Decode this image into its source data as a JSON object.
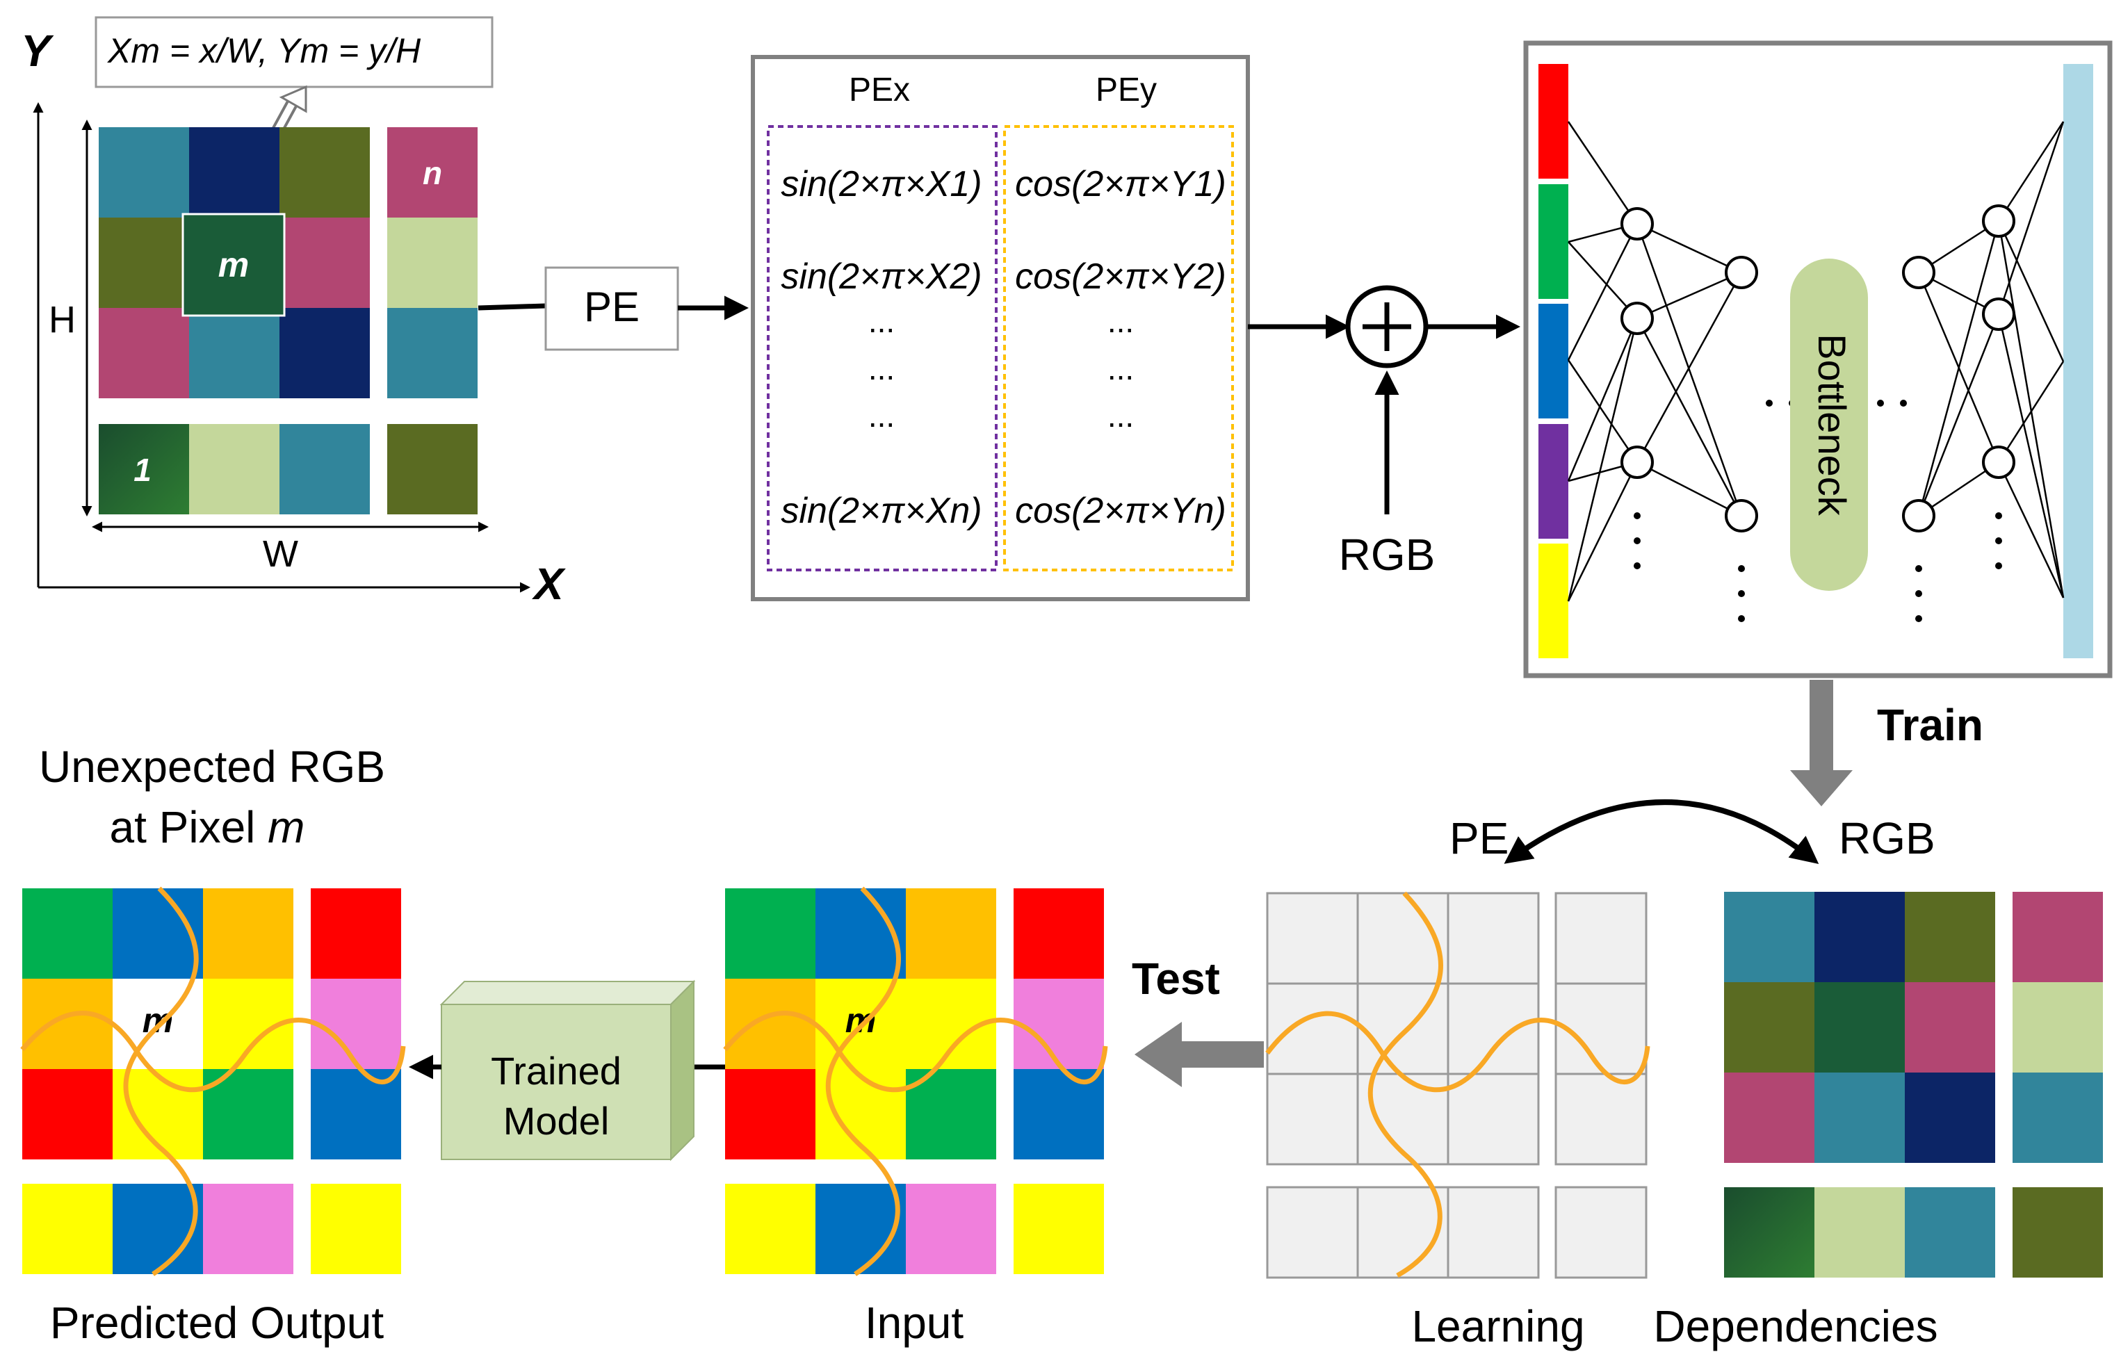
{
  "axes": {
    "y": "Y",
    "x": "X",
    "h": "H",
    "w": "W"
  },
  "formula": "Xm = x/W, Ym = y/H",
  "grid_labels": {
    "m": "m",
    "n": "n",
    "one": "1"
  },
  "pe_box": "PE",
  "pe_table": {
    "col_x": "PEx",
    "col_y": "PEy",
    "sin": [
      "sin(2×π×X1)",
      "sin(2×π×X2)",
      "sin(2×π×Xn)"
    ],
    "cos": [
      "cos(2×π×Y1)",
      "cos(2×π×Y2)",
      "cos(2×π×Yn)"
    ],
    "dots": "..."
  },
  "plus_symbol": "+",
  "rgb_input": "RGB",
  "network": {
    "bottleneck": "Bottleneck",
    "dots_h": ". .",
    "dots_v": "."
  },
  "train": "Train",
  "test": "Test",
  "pe_label": "PE",
  "rgb_label": "RGB",
  "trained_model": [
    "Trained",
    "Model"
  ],
  "captions": {
    "unexpected": [
      "Unexpected RGB",
      "at Pixel"
    ],
    "m_italic": "m",
    "predicted": "Predicted Output",
    "input": "Input",
    "learning": "Learning",
    "dependencies": "Dependencies"
  },
  "colors": {
    "teal": "#31859b",
    "navy": "#0c2566",
    "olive": "#5a6b22",
    "magenta": "#b24672",
    "darkgreen": "#1a5c38",
    "lightgreen": "#c4d79b",
    "green": "#00b050",
    "blue": "#0070c0",
    "orange": "#ffc000",
    "red": "#ff0000",
    "yellow": "#ffff00",
    "pink": "#f07fdc",
    "purple": "#7030a0",
    "lightblue": "#add8e6",
    "wave": "#f9a825",
    "gray": "#808080",
    "bottleneck": "#c4d79b",
    "model_front": "#cfe0b4"
  }
}
